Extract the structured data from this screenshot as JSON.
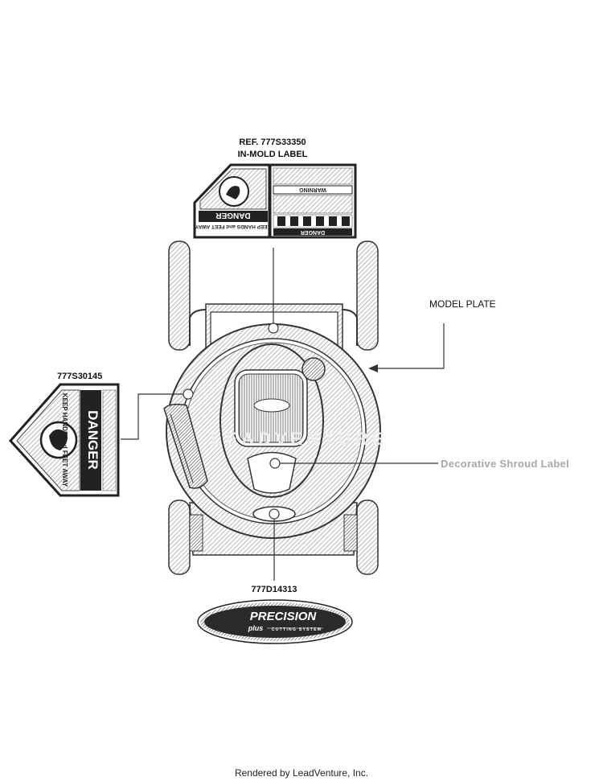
{
  "diagram": {
    "ref_line1": "REF. 777S33350",
    "ref_line2": "IN-MOLD LABEL",
    "model_plate": "MODEL PLATE",
    "part_side_label": "777S30145",
    "shroud_label": "Decorative Shroud Label",
    "part_logo_label": "777D14313",
    "footer": "Rendered by LeadVenture, Inc.",
    "watermark": "LEADVENTURE"
  },
  "top_decal": {
    "left_danger": "DANGER",
    "left_keep": "KEEP HANDS and FEET AWAY",
    "right_warning": "WARNING",
    "right_danger": "DANGER"
  },
  "side_decal": {
    "danger": "DANGER",
    "keep": "KEEP HANDS and FEET AWAY"
  },
  "logo": {
    "brand": "PRECISION",
    "sub": "plus",
    "tagline": "CUTTING SYSTEM"
  }
}
